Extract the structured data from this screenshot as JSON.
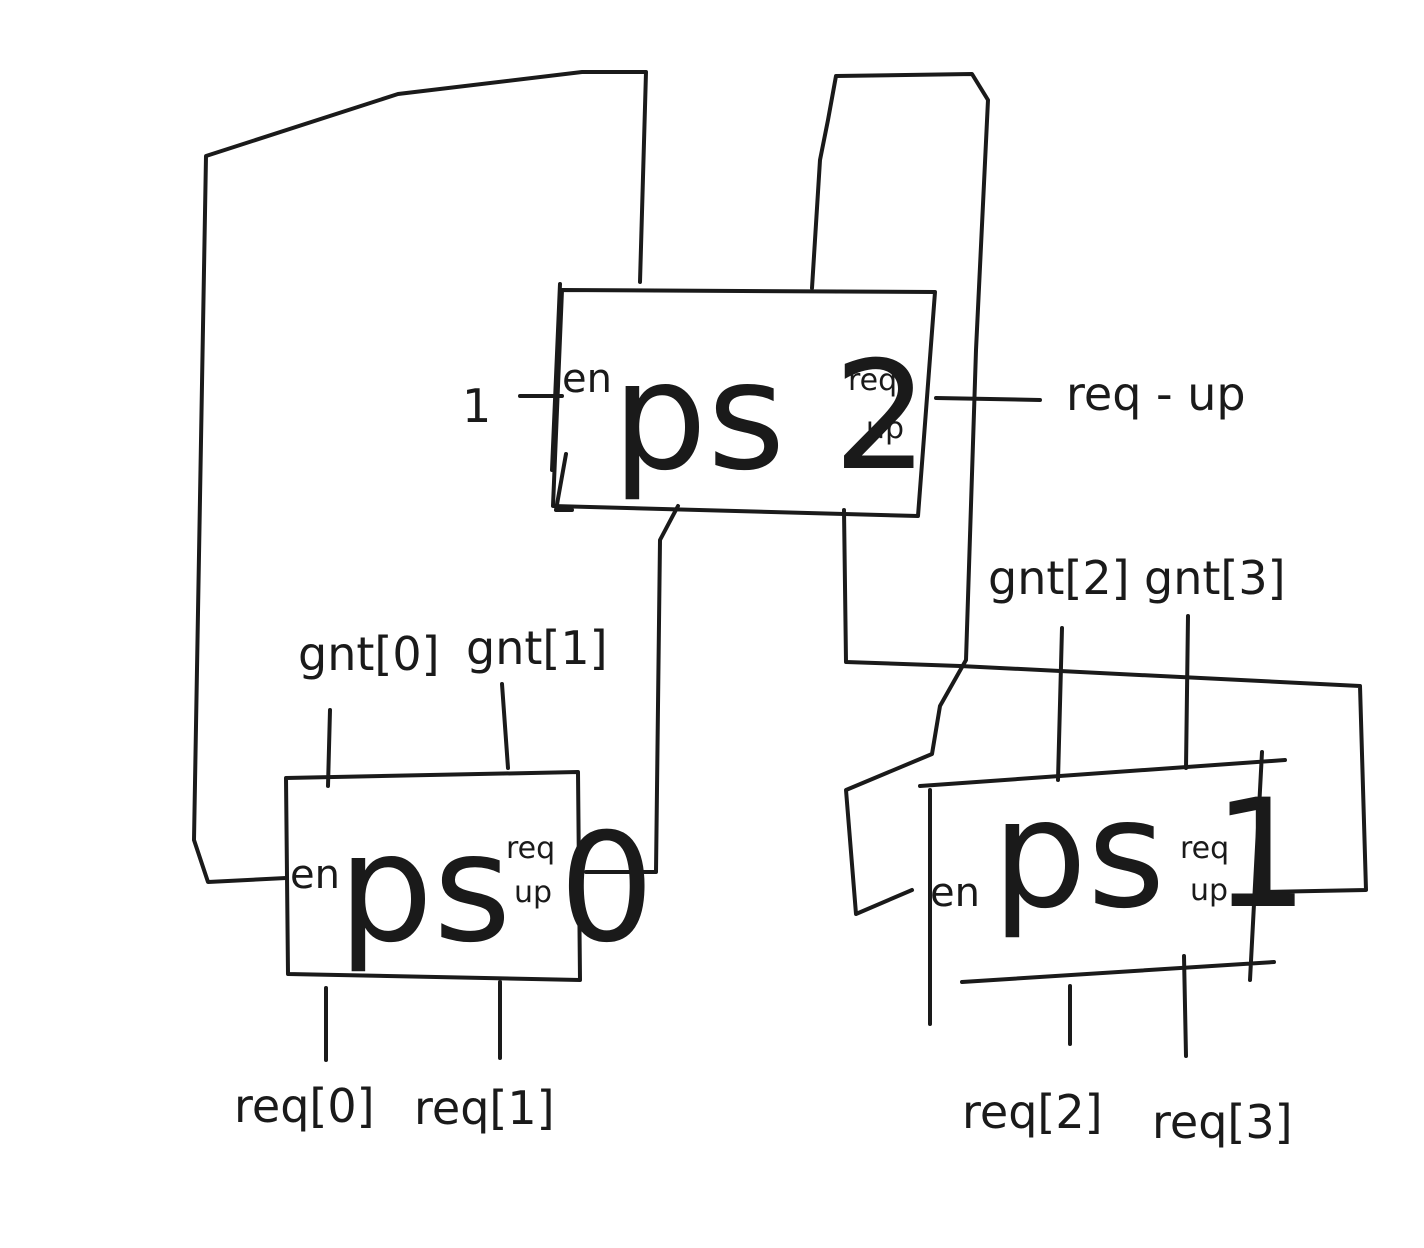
{
  "colors": {
    "ink": "#1a1a1a",
    "background": "#ffffff"
  },
  "blocks": {
    "ps2": {
      "name": "ps 2",
      "en": "en",
      "req": "req",
      "up": "up"
    },
    "ps0": {
      "name": "ps 0",
      "en": "en",
      "req": "req",
      "up": "up"
    },
    "ps1": {
      "name": "ps 1",
      "en": "en",
      "req": "req",
      "up": "up"
    }
  },
  "signals": {
    "const_one": "1",
    "req_up": "req - up",
    "gnt0": "gnt[0]",
    "gnt1": "gnt[1]",
    "gnt2": "gnt[2]",
    "gnt3": "gnt[3]",
    "req0": "req[0]",
    "req1": "req[1]",
    "req2": "req[2]",
    "req3": "req[3]"
  }
}
